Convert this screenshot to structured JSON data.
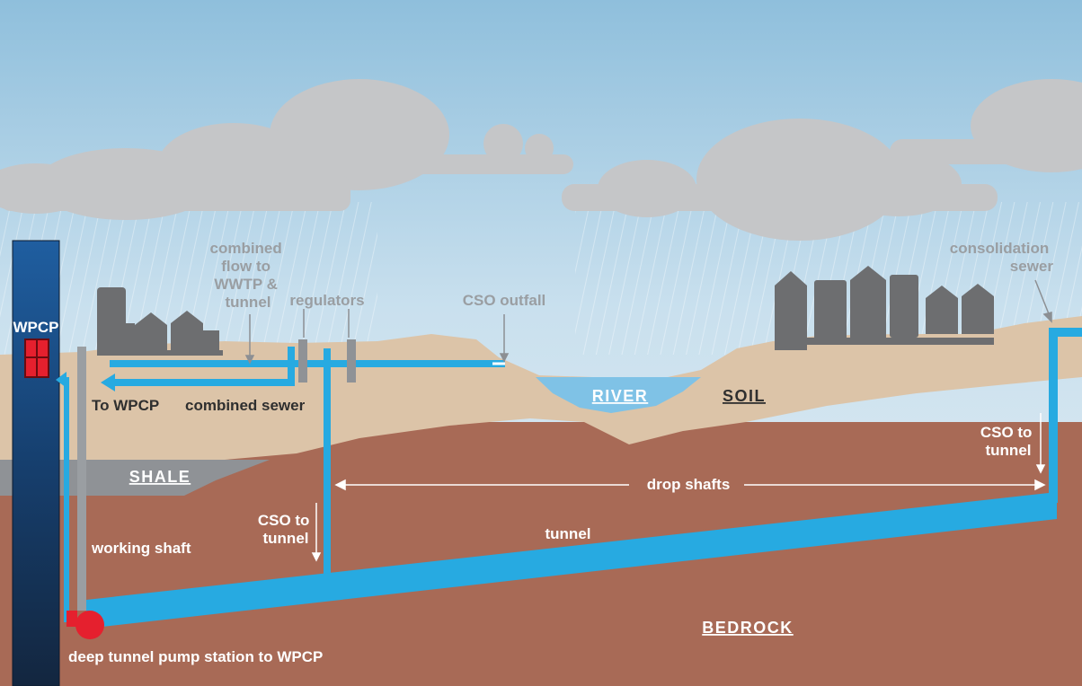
{
  "labels": {
    "wpcp": "WPCP",
    "combined_flow": [
      "combined",
      "flow to",
      "WWTP &",
      "tunnel"
    ],
    "regulators": "regulators",
    "cso_outfall": "CSO outfall",
    "consolidation_sewer": [
      "consolidation",
      "sewer"
    ],
    "to_wpcp": "To WPCP",
    "combined_sewer": "combined sewer",
    "river": "RIVER",
    "soil": "SOIL",
    "shale": "SHALE",
    "cso_to_tunnel_left": [
      "CSO to",
      "tunnel"
    ],
    "cso_to_tunnel_right": [
      "CSO to",
      "tunnel"
    ],
    "drop_shafts": "drop shafts",
    "tunnel": "tunnel",
    "working_shaft": "working shaft",
    "bedrock": "BEDROCK",
    "pump_station": "deep tunnel pump station to WPCP"
  },
  "colors": {
    "sky": "#cfe3ef",
    "cloud": "#c5c6c8",
    "soil": "#dcc4a8",
    "bedrock": "#a86a56",
    "shale": "#8f9296",
    "water": "#27aae1",
    "river": "#7fc2e6",
    "buildings": "#6d6e70",
    "wpcp_tower": "#1d3557",
    "pump": "#e5202e"
  }
}
